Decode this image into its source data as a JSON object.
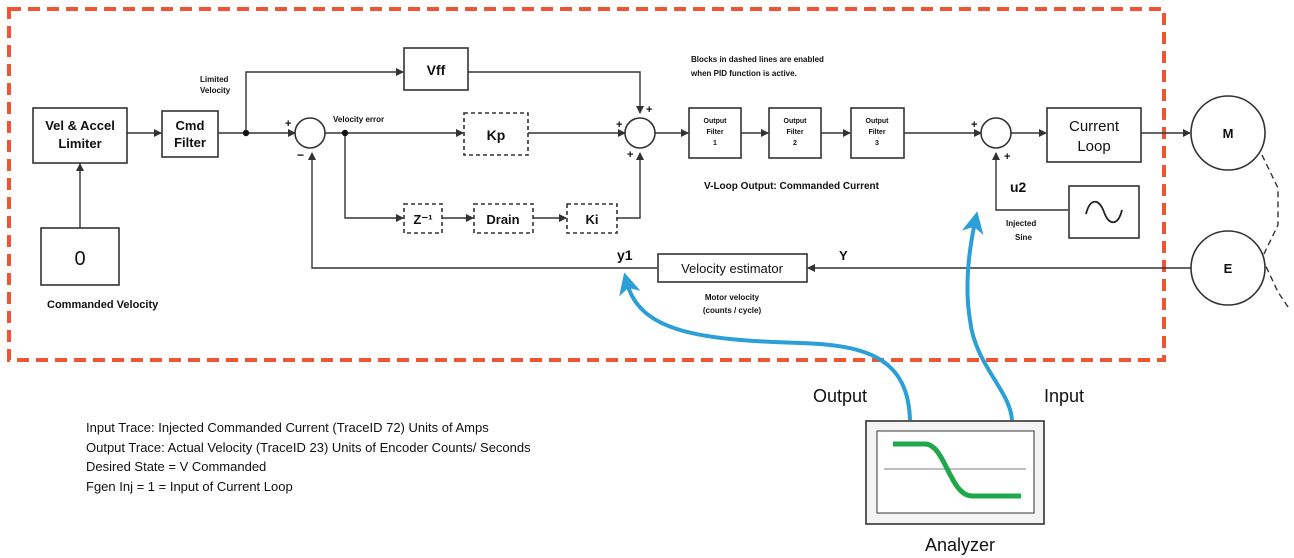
{
  "blocks": {
    "vel_accel_limiter": [
      "Vel & Accel",
      "Limiter"
    ],
    "cmd_filter": [
      "Cmd",
      "Filter"
    ],
    "vff": "Vff",
    "kp": "Kp",
    "z_inv": "Z⁻¹",
    "drain": "Drain",
    "ki": "Ki",
    "output_filter_1": [
      "Output",
      "Filter",
      "1"
    ],
    "output_filter_2": [
      "Output",
      "Filter",
      "2"
    ],
    "output_filter_3": [
      "Output",
      "Filter",
      "3"
    ],
    "current_loop": [
      "Current",
      "Loop"
    ],
    "motor": "M",
    "encoder": "E",
    "velocity_estimator": "Velocity estimator",
    "commanded_velocity_value": "0"
  },
  "labels": {
    "limited_velocity": [
      "Limited",
      "Velocity"
    ],
    "velocity_error": "Velocity error",
    "dashed_note": [
      "Blocks in dashed lines are enabled",
      "when PID function is active."
    ],
    "vloop_output": "V-Loop Output: Commanded Current",
    "u2": "u2",
    "injected_sine": [
      "Injected",
      "Sine"
    ],
    "y1": "y1",
    "Y": "Y",
    "motor_velocity": [
      "Motor velocity",
      "(counts / cycle)"
    ],
    "commanded_velocity": "Commanded Velocity",
    "output": "Output",
    "input": "Input",
    "analyzer": "Analyzer"
  },
  "signs": {
    "plus": "+",
    "minus": "−"
  },
  "notes": [
    "Input Trace: Injected Commanded Current (TraceID 72) Units of Amps",
    "Output Trace: Actual Velocity (TraceID 23) Units of Encoder Counts/ Seconds",
    "Desired State = V Commanded",
    "Fgen Inj = 1 = Input of Current Loop"
  ],
  "colors": {
    "dashed_border": "#ee5533",
    "arrow_blue": "#2b9fd6",
    "analyzer_trace": "#1fa84a",
    "line": "#333333"
  }
}
